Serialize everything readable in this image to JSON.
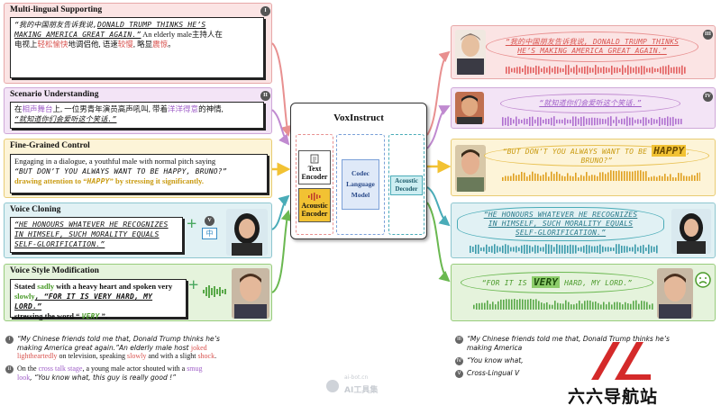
{
  "model": {
    "title": "VoxInstruct",
    "text_encoder": "Text Encoder",
    "acoustic_encoder": "Acoustic Encoder",
    "codec_lm": "Codec Language Model",
    "acoustic_decoder": "Acoustic Decoder"
  },
  "colors": {
    "red_panel": "#fbe4e4",
    "purple_panel": "#f3e4f6",
    "yellow_panel": "#fdf4d8",
    "blue_panel": "#e1f1f4",
    "green_panel": "#e5f3dc",
    "accent_gold": "#f2c233",
    "codec_blue": "#dfe9f8"
  },
  "panels": {
    "multilingual": {
      "title": "Multi-lingual Supporting",
      "badge": "I",
      "quote_cn": "“我的中国朋友告诉我说,",
      "quote_en1": "DONALD TRUMP THINKS HE’S",
      "quote_en2": "MAKING AMERICA GREAT AGAIN.”",
      "desc1": "An elderly male主持人在",
      "desc2a": "电视上",
      "desc2b": "轻松愉快",
      "desc2c": "地调侣他, 语速",
      "desc2d": "较慢",
      "desc2e": ", 略显",
      "desc2f": "震惊",
      "desc2g": "。"
    },
    "scenario": {
      "title": "Scenario Understanding",
      "badge": "II",
      "line1a": "在",
      "line1b": "相声舞台",
      "line1c": "上, 一位男青年演员高声吼叫, 带着",
      "line1d": "洋洋得意",
      "line1e": "的神情,",
      "line2": "“就知道你们会爱听这个笑话.”"
    },
    "finegrained": {
      "title": "Fine-Grained Control",
      "line1": "Engaging in a dialogue, a youthful male with normal pitch saying",
      "line2": "“BUT DON’T YOU ALWAYS WANT TO BE HAPPY, BRUNO?”",
      "line3a": "drawing attention to “",
      "line3b": "HAPPY",
      "line3c": "” by stressing it significantly."
    },
    "cloning": {
      "title": "Voice Cloning",
      "badge": "V",
      "line1": "“HE HONOURS WHATEVER HE RECOGNIZES",
      "line2": "IN HIMSELF, SUCH MORALITY EQUALS",
      "line3": "SELF-GLORIFICATION.”"
    },
    "style": {
      "title": "Voice Style Modification",
      "line1a": "Stated ",
      "line1b": "sadly",
      "line1c": " with a heavy heart and spoken very",
      "line2a": "slowly",
      "line2b": ",   “FOR IT IS VERY HARD, MY LORD.”",
      "line3a": "stressing the word “ ",
      "line3b": "VERY",
      "line3c": " ”."
    }
  },
  "outputs": {
    "o1": {
      "badge": "III",
      "line1": "“我的中国朋友告诉我说, DONALD TRUMP THINKS",
      "line2": "HE’S MAKING AMERICA GREAT AGAIN.”"
    },
    "o2": {
      "badge": "IV",
      "text": "“就知道你们会爱听这个笑话.”"
    },
    "o3": {
      "a": "“BUT DON’T YOU ALWAYS WANT TO BE ",
      "b": "HAPPY",
      "c": ", BRUNO?”"
    },
    "o4": {
      "line1": "“HE HONOURS WHATEVER HE RECOGNIZES",
      "line2": "IN HIMSELF, SUCH MORALITY EQUALS",
      "line3": "SELF-GLORIFICATION.”"
    },
    "o5": {
      "a": "“FOR IT IS ",
      "b": "VERY",
      "c": " HARD, MY LORD.”"
    }
  },
  "voice_clone_badge": "V",
  "notes_left": {
    "n1": {
      "badge": "I",
      "a": "“My Chinese friends told me that, Donald Trump thinks he’s",
      "b": "making America great again.”An elderly male host ",
      "c": "joked",
      "d": "lightheartedly",
      "e": " on television, speaking ",
      "f": "slowly",
      "g": " and with a slight ",
      "h": "shock",
      "i": "."
    },
    "n2": {
      "badge": "II",
      "a": "On the ",
      "b": "cross talk stage",
      "c": ", a young male actor shouted with a ",
      "d": "smug",
      "e": "look",
      "f": ", “You know what, this guy is really good !”"
    }
  },
  "notes_right": {
    "n3": {
      "badge": "III",
      "a": "“My Chinese friends told me that, Donald Trump thinks he’s",
      "b": "making America"
    },
    "n4": {
      "badge": "IV",
      "a": "“You know what,"
    },
    "n5": {
      "badge": "V",
      "a": "Cross-Lingual V"
    }
  },
  "watermark": {
    "site": "ai-bot.cn",
    "tool": "AI工具集",
    "brand": "六六导航站"
  }
}
